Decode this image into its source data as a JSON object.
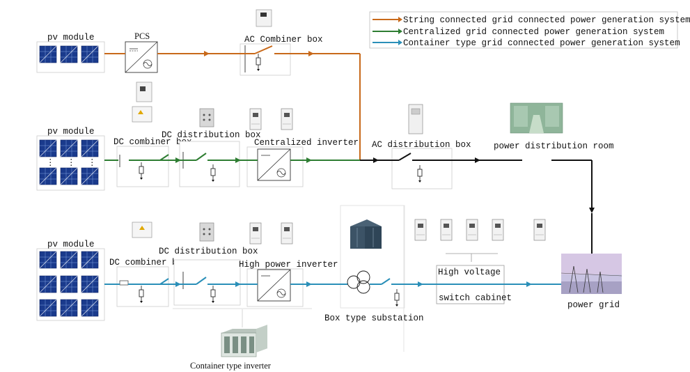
{
  "legend": [
    {
      "label": "String connected grid connected power generation system",
      "color": "#c8691a"
    },
    {
      "label": "Centralized grid connected power generation system",
      "color": "#2e7d32"
    },
    {
      "label": "Container type grid connected power generation system",
      "color": "#2a8fb8"
    }
  ],
  "colors": {
    "string_line": "#c8691a",
    "central_line": "#2e7d32",
    "container_line": "#2a8fb8",
    "ac_line": "#111111",
    "panel": "#1a3a8c"
  },
  "row1": {
    "pv_module": "pv module",
    "pcs": "PCS",
    "ac_combiner_box": "AC Combiner box"
  },
  "row2": {
    "pv_module": "pv module",
    "dc_combiner_box": "DC combiner box",
    "dc_distribution_box": "DC distribution box",
    "centralized_inverter": "Centralized inverter",
    "ac_distribution_box": "AC distribution box",
    "power_distribution_room": "power distribution room"
  },
  "row3": {
    "pv_module": "pv module",
    "dc_combiner_box": "DC combiner box",
    "dc_distribution_box": "DC distribution box",
    "high_power_inverter": "High power inverter",
    "box_type_substation": "Box type substation",
    "high_voltage": "High voltage",
    "switch_cabinet": "switch cabinet",
    "power_grid": "power grid",
    "container_type_inverter": "Container type inverter"
  }
}
